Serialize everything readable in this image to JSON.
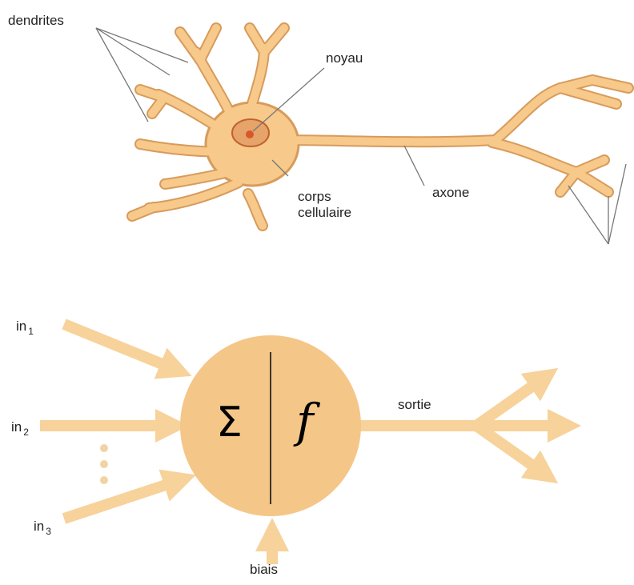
{
  "neuron": {
    "labels": {
      "dendrites": "dendrites",
      "nucleus": "noyau",
      "cell_body_line1": "corps",
      "cell_body_line2": "cellulaire",
      "axon": "axone"
    }
  },
  "perceptron": {
    "inputs": [
      {
        "name": "in",
        "sub": "1"
      },
      {
        "name": "in",
        "sub": "2"
      },
      {
        "name": "in",
        "sub": "3"
      }
    ],
    "sum_symbol": "Σ",
    "activation_symbol": "f",
    "output_label": "sortie",
    "bias_label": "biais"
  },
  "colors": {
    "cell_fill": "#f7c98a",
    "cell_outline": "#d79b5c",
    "nucleus_fill": "#e6a46a",
    "nucleus_outline": "#c0622f",
    "nucleolus": "#d9572a",
    "arrow_fill": "#f7d29a",
    "circle_fill": "#f4c688",
    "leader_line": "#777777",
    "text": "#222222"
  }
}
